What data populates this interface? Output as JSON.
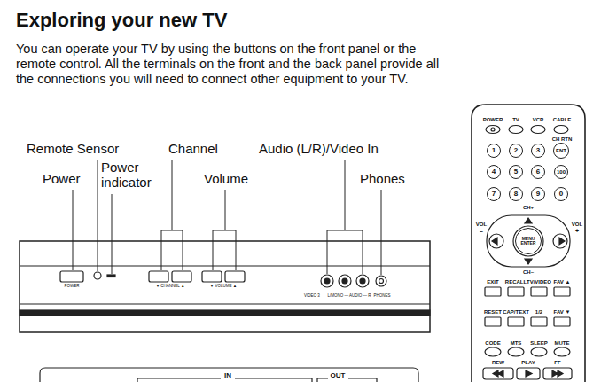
{
  "diagram": {
    "title": "Exploring your new TV",
    "nodes": [
      {
        "text": [
          "1"
        ]
      },
      {
        "text": [
          "2"
        ]
      },
      {
        "text": [
          "3"
        ]
      },
      {
        "text": [
          "ENT"
        ]
      },
      {
        "text": [
          "4"
        ]
      },
      {
        "text": [
          "5"
        ]
      },
      {
        "text": [
          "6"
        ]
      },
      {
        "text": [
          "100"
        ]
      },
      {
        "text": [
          "7"
        ]
      },
      {
        "text": [
          "8"
        ]
      },
      {
        "text": [
          "9"
        ]
      },
      {
        "text": [
          "0"
        ]
      },
      {
        "text": [
          "MENU ENTER"
        ]
      }
    ],
    "labels": [
      "You can operate your TV by using the buttons on the front panel or the remote control. All the terminals on the front and the back panel provide all the connections you will need to connect other equipment to your TV.",
      "Remote Sensor",
      "Power",
      "Power indicator",
      "Channel",
      "Volume",
      "Audio (L/R)/Video In",
      "Phones",
      "POWER",
      "▼ CHANNEL ▲",
      "▼ VOLUME ▲",
      "VIDEO 3",
      "L/MONO — AUDIO — R",
      "PHONES",
      "IN",
      "OUT",
      "POWER",
      "TV",
      "VCR",
      "CABLE",
      "CH RTN",
      "CH+",
      "VOL",
      "–",
      "VOL",
      "+",
      "CH–",
      "EXIT",
      "RECALL",
      "TV/VIDEO",
      "FAV ▲",
      "RESET",
      "CAP/TEXT",
      "1/2",
      "FAV ▼",
      "CODE",
      "MTS",
      "SLEEP",
      "MUTE",
      "REW",
      "PLAY",
      "FF"
    ]
  }
}
